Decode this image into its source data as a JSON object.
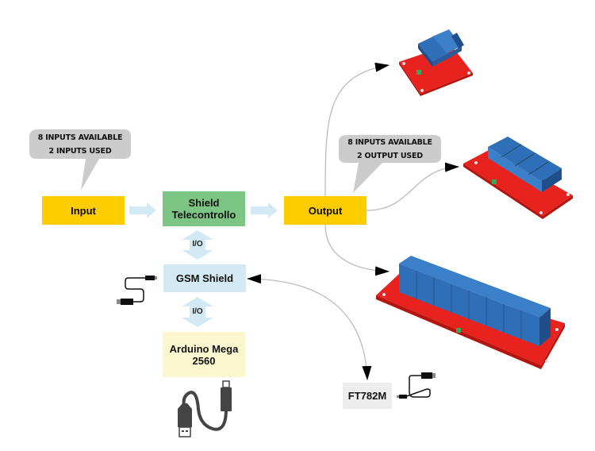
{
  "diagram": {
    "nodes": {
      "input": {
        "label": "Input",
        "color": "#FFCC00"
      },
      "shield": {
        "label_line1": "Shield",
        "label_line2": "Telecontrollo",
        "color": "#7DC585"
      },
      "output": {
        "label": "Output",
        "color": "#FFCC00"
      },
      "gsm": {
        "label": "GSM Shield",
        "color": "#D3E9F3"
      },
      "arduino": {
        "label_line1": "Arduino Mega",
        "label_line2": "2560",
        "color": "#FDF7CF"
      },
      "ft782m": {
        "label": "FT782M",
        "color": "#EDEDED"
      }
    },
    "callouts": {
      "input_callout": {
        "line1": "8 INPUTS AVAILABLE",
        "line2": "2 INPUTS USED"
      },
      "output_callout": {
        "line1": "8 INPUTS AVAILABLE",
        "line2": "2 OUTPUT USED"
      }
    },
    "io_labels": [
      "I/O",
      "I/O"
    ],
    "edges": [
      {
        "from": "input",
        "to": "shield",
        "style": "block-arrow"
      },
      {
        "from": "shield",
        "to": "output",
        "style": "block-arrow"
      },
      {
        "from": "shield",
        "to": "gsm",
        "style": "double-block-arrow",
        "label": "I/O"
      },
      {
        "from": "gsm",
        "to": "arduino",
        "style": "double-block-arrow",
        "label": "I/O"
      },
      {
        "from": "output",
        "to": "relay-2ch",
        "style": "curved-arrow"
      },
      {
        "from": "output",
        "to": "relay-4ch",
        "style": "curved-arrow"
      },
      {
        "from": "output",
        "to": "relay-8ch",
        "style": "curved-arrow"
      },
      {
        "from": "ft782m",
        "to": "gsm",
        "style": "curved-double-arrow"
      }
    ],
    "images": [
      {
        "id": "relay-2ch",
        "description": "2-channel relay module"
      },
      {
        "id": "relay-4ch",
        "description": "4-channel relay module"
      },
      {
        "id": "relay-8ch",
        "description": "8-channel relay module"
      },
      {
        "id": "usb-cable-gsm",
        "description": "mini USB cable"
      },
      {
        "id": "usb-cable-arduino",
        "description": "USB cable"
      },
      {
        "id": "usb-cable-ft782m",
        "description": "mini USB cable"
      }
    ],
    "colors": {
      "block_arrow": "#D3E9F3",
      "callout": "#CCCCCC",
      "connector": "#BBBBBB",
      "relay_board": "#E8221E",
      "relay_blue": "#2E6FB7"
    }
  }
}
